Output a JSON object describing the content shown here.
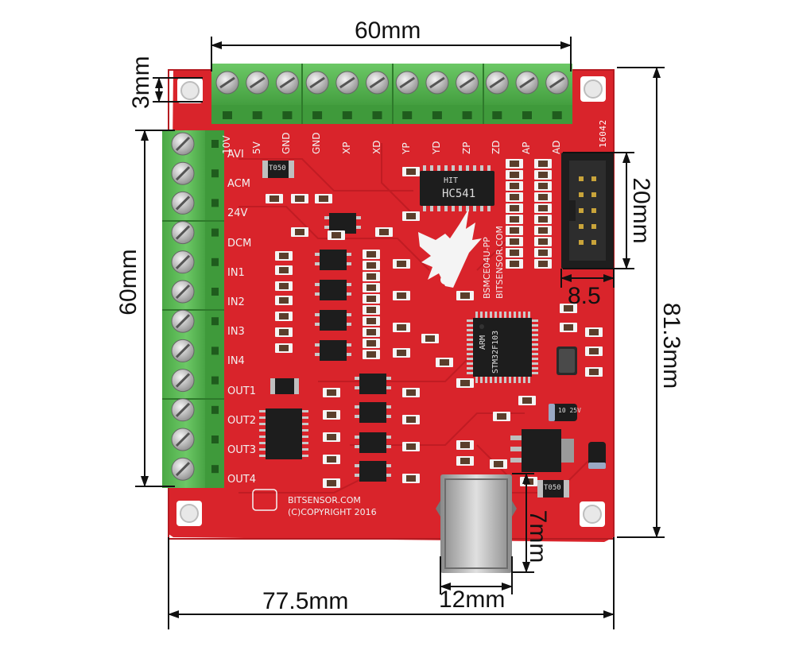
{
  "dimensions": {
    "top_width": "60mm",
    "top_margin": "3mm",
    "left_height": "60mm",
    "header_height": "20mm",
    "header_width": "8.5",
    "board_height": "81.3mm",
    "usb_height": "7mm",
    "usb_width": "12mm",
    "board_width": "77.5mm"
  },
  "top_terminals": [
    "10V",
    "5V",
    "GND",
    "GND",
    "XP",
    "XD",
    "YP",
    "YD",
    "ZP",
    "ZD",
    "AP",
    "AD"
  ],
  "left_terminals": [
    "AVI",
    "ACM",
    "24V",
    "DCM",
    "IN1",
    "IN2",
    "IN3",
    "IN4",
    "OUT1",
    "OUT2",
    "OUT3",
    "OUT4"
  ],
  "silkscreen": {
    "model": "BSMCE04U-PP",
    "site": "BITSENSOR.COM",
    "footer_site": "BITSENSOR.COM",
    "footer_copyright": "(C)COPYRIGHT 2016",
    "board_code": "16042"
  },
  "chips": {
    "driver_brand": "HIT",
    "driver_part": "HC541",
    "mcu_brand": "ARM",
    "mcu_part": "STM32F103",
    "cap_text": "10 25V",
    "resistor_code": "T050"
  },
  "colors": {
    "pcb": "#d9242b",
    "terminal": "#5fbf5a",
    "screw": "#c8c8c8",
    "dimension_line": "#111111"
  }
}
